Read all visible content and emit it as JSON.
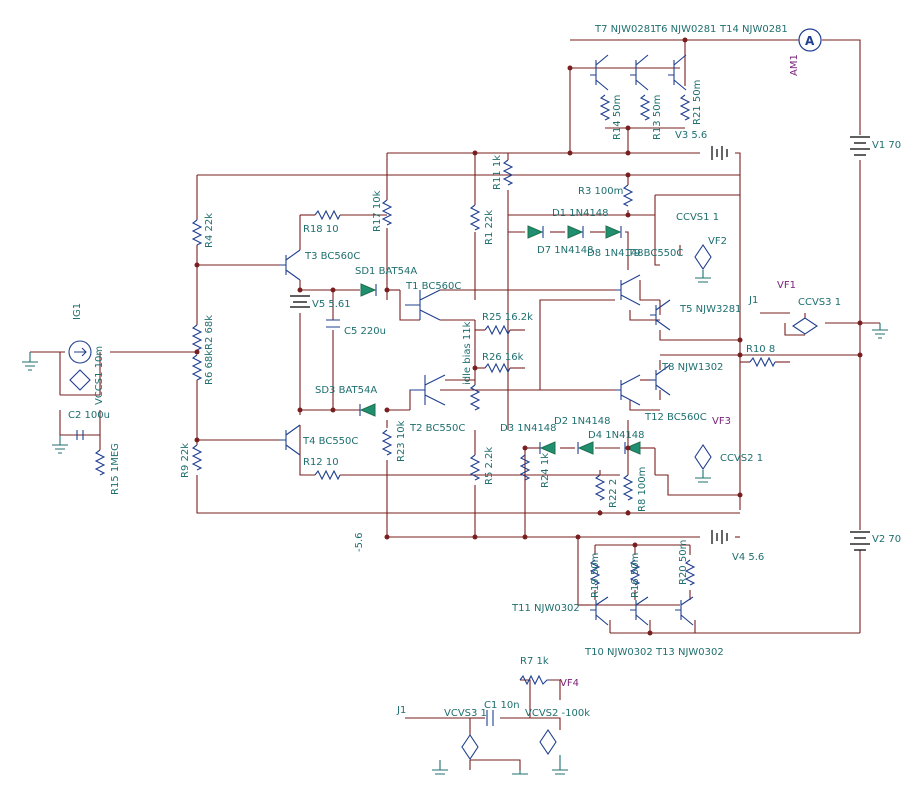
{
  "labels": {
    "t7": "T7 NJW0281",
    "t6": "T6 NJW0281",
    "t14": "T14 NJW0281",
    "am1": "AM1",
    "v1": "V1 70",
    "v2": "V2 70",
    "r14": "R14 50m",
    "r13": "R13 50m",
    "r21": "R21 50m",
    "v3": "V3 5.6",
    "r11": "R11 1k",
    "r3": "R3 100m",
    "r17": "R17 10k",
    "r18": "R18 10",
    "r4": "R4 22k",
    "r1": "R1 22k",
    "d1": "D1 1N4148",
    "d7": "D7 1N4148",
    "d8": "D8 1N4148",
    "t9": "T9 BC550C",
    "ccvs1": "CCVS1 1",
    "vf2": "VF2",
    "t3": "T3 BC560C",
    "sd1": "SD1 BAT54A",
    "t1": "T1 BC560C",
    "v5": "V5 5.61",
    "c5": "C5 220u",
    "r2": "R2 68k",
    "r6": "R6 68k",
    "r25": "R25 16.2k",
    "r26": "R26 16k",
    "idle": "idle bias 11k",
    "t5": "T5 NJW3281",
    "j1a": "J1",
    "vf1": "VF1",
    "ccvs3": "CCVS3 1",
    "r10": "R10 8",
    "t8": "T8 NJW1302",
    "ig1": "IG1",
    "vccs1": "VCCS1 10m",
    "c2": "C2 100u",
    "r15": "R15 1MEG",
    "sd3": "SD3 BAT54A",
    "t2": "T2 BC550C",
    "t12": "T12 BC560C",
    "vf3": "VF3",
    "ccvs2": "CCVS2 1",
    "d2": "D2 1N4148",
    "d3": "D3 1N4148",
    "d4": "D4 1N4148",
    "r9": "R9 22k",
    "t4": "T4 BC550C",
    "r12": "R12 10",
    "r23": "R23 10k",
    "r5": "R5 2.2k",
    "r24": "R24 1k",
    "r22": "R22 2",
    "r8": "R8 100m",
    "neg": "-5.6",
    "v4": "V4 5.6",
    "r19": "R19 50m",
    "r16": "R16 50m",
    "r20": "R20 50m",
    "t11": "T11 NJW0302",
    "t10": "T10 NJW0302 T13 NJW0302",
    "r7": "R7 1k",
    "vf4": "VF4",
    "j1b": "J1",
    "vcvs3": "VCVS3 1",
    "c1": "C1 10n",
    "vcvs2": "VCVS2 -100k"
  }
}
